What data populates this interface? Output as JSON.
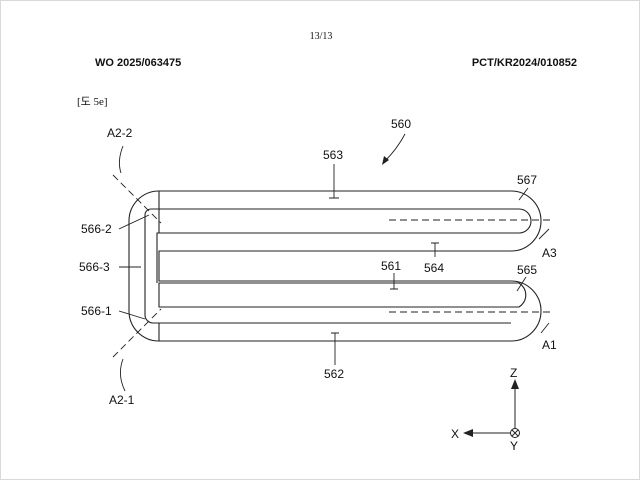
{
  "header": {
    "page_number": "13/13",
    "publication_number": "WO 2025/063475",
    "application_number": "PCT/KR2024/010852",
    "figure_label": "[도 5e]"
  },
  "figure": {
    "labels": {
      "l560": "560",
      "l563": "563",
      "l567": "567",
      "lA22": "A2-2",
      "l5662": "566-2",
      "l5663": "566-3",
      "l5661": "566-1",
      "lA21": "A2-1",
      "lA3": "A3",
      "l564": "564",
      "l561": "561",
      "l565": "565",
      "lA1": "A1",
      "l562": "562"
    },
    "axes": {
      "z": "Z",
      "x": "X",
      "y": "Y"
    }
  }
}
